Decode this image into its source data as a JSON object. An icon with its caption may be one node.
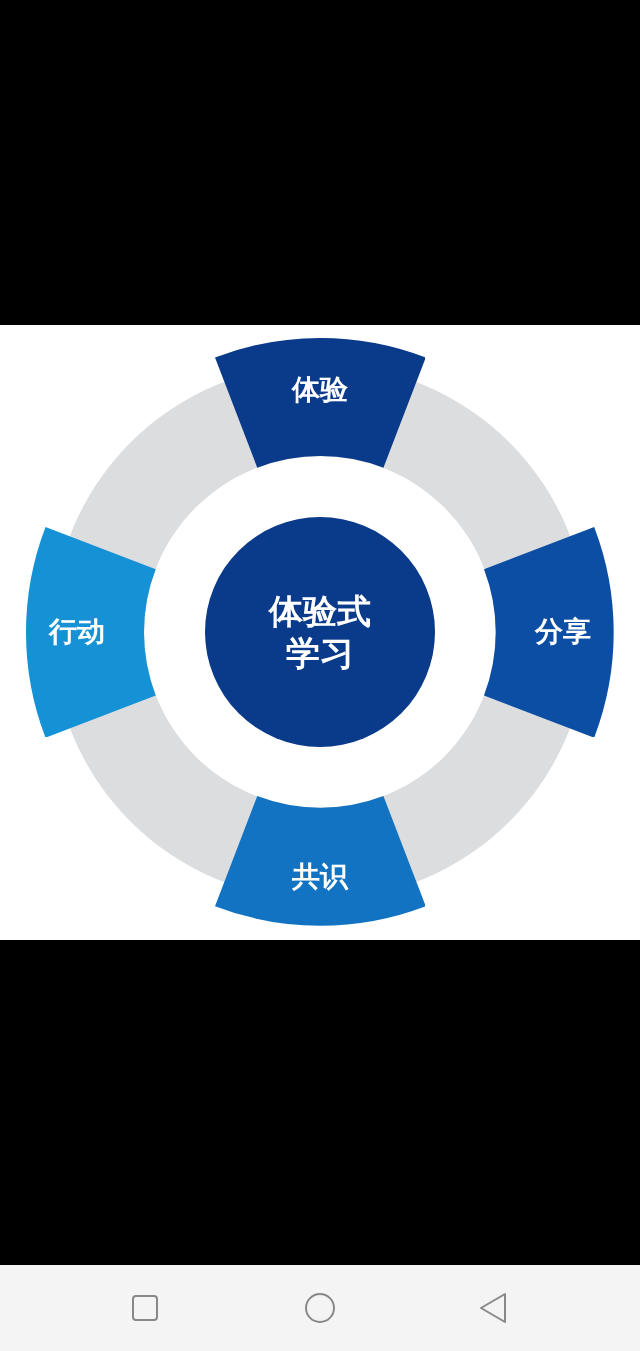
{
  "diagram": {
    "nodes": [
      {
        "text": [
          "体验"
        ]
      },
      {
        "text": [
          "行动"
        ]
      },
      {
        "text": [
          "体验式学习"
        ]
      },
      {
        "text": [
          "分享"
        ]
      },
      {
        "text": [
          "共识"
        ]
      }
    ]
  }
}
